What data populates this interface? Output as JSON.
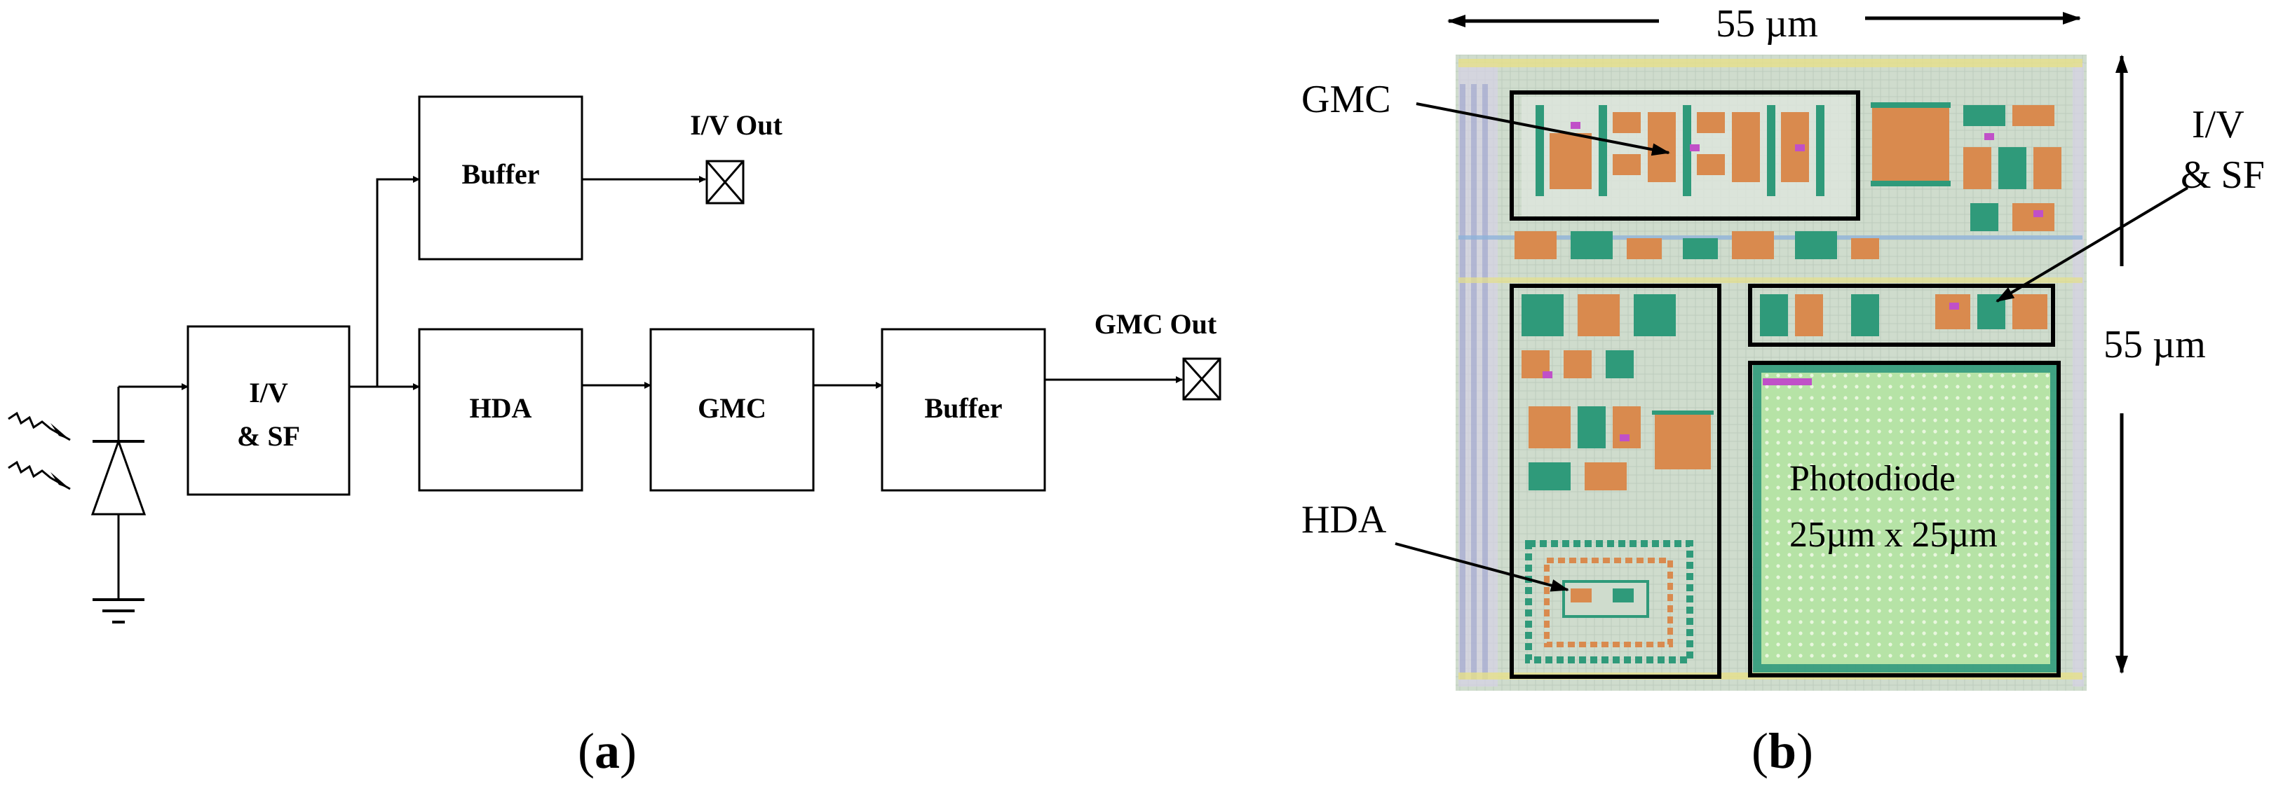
{
  "panel_a": {
    "caption_open": "(",
    "caption_letter": "a",
    "caption_close": ")",
    "blocks": {
      "iv_sf_line1": "I/V",
      "iv_sf_line2": "& SF",
      "buffer_top": "Buffer",
      "hda": "HDA",
      "gmc": "GMC",
      "buffer_bottom": "Buffer"
    },
    "outputs": {
      "iv_out": "I/V Out",
      "gmc_out": "GMC Out"
    }
  },
  "panel_b": {
    "caption_open": "(",
    "caption_letter": "b",
    "caption_close": ")",
    "dimension_top": "55 µm",
    "dimension_right": "55 µm",
    "labels": {
      "gmc": "GMC",
      "iv_sf_line1": "I/V",
      "iv_sf_line2": "& SF",
      "hda": "HDA"
    },
    "photodiode_line1": "Photodiode",
    "photodiode_line2": "25µm x 25µm",
    "colors": {
      "layout_background": "#c9d8c8",
      "photodiode_fill": "#b6e3a6",
      "photodiode_dots": "#e9f7de",
      "cell_orange": "#d98a4e",
      "cell_green": "#2f9a7a",
      "cell_magenta": "#c050c8",
      "metal_yellow": "#e6e08a",
      "poly_blue": "#8fb3d9",
      "outline": "#000000"
    }
  }
}
